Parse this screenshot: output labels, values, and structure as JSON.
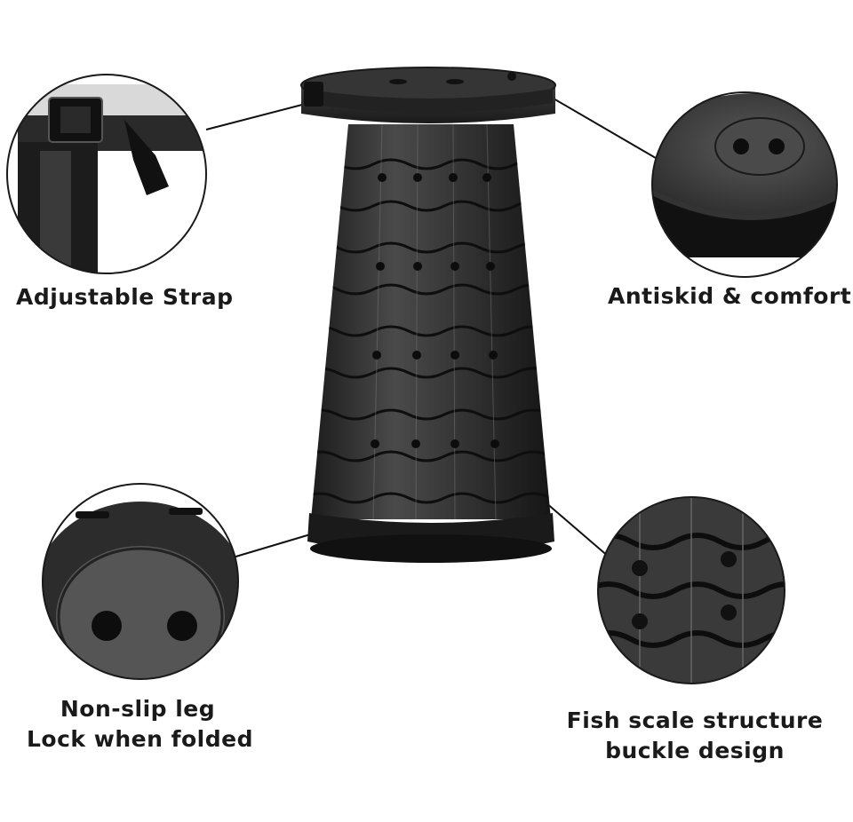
{
  "features": {
    "strap": {
      "label": "Adjustable Strap",
      "icon": "strap-buckle-detail"
    },
    "antiskid": {
      "label": "Antiskid & comfort",
      "icon": "seat-top-detail"
    },
    "nonslip": {
      "line1": "Non-slip leg",
      "line2": "Lock when folded",
      "icon": "base-bottom-detail"
    },
    "fishscale": {
      "line1": "Fish scale structure",
      "line2": "buckle design",
      "icon": "fish-scale-detail"
    }
  },
  "colors": {
    "text": "#1a1a1a",
    "product": "#2b2b2b",
    "background": "#ffffff"
  }
}
